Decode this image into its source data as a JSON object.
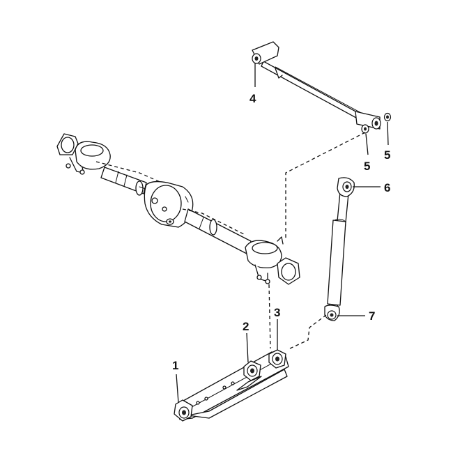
{
  "callouts": [
    {
      "id": "1",
      "label": "1",
      "part": "trailing-arm"
    },
    {
      "id": "2",
      "label": "2",
      "part": "arm-front-bushing"
    },
    {
      "id": "3",
      "label": "3",
      "part": "arm-rear-bushing"
    },
    {
      "id": "4",
      "label": "4",
      "part": "panhard-rod"
    },
    {
      "id": "5a",
      "label": "5",
      "part": "panhard-rod-bushing"
    },
    {
      "id": "5b",
      "label": "5",
      "part": "panhard-rod-bushing"
    },
    {
      "id": "6",
      "label": "6",
      "part": "shock-absorber-upper-bushing"
    },
    {
      "id": "7",
      "label": "7",
      "part": "shock-absorber-lower-bushing"
    }
  ],
  "colors": {
    "line": "#111111",
    "background": "#ffffff"
  }
}
